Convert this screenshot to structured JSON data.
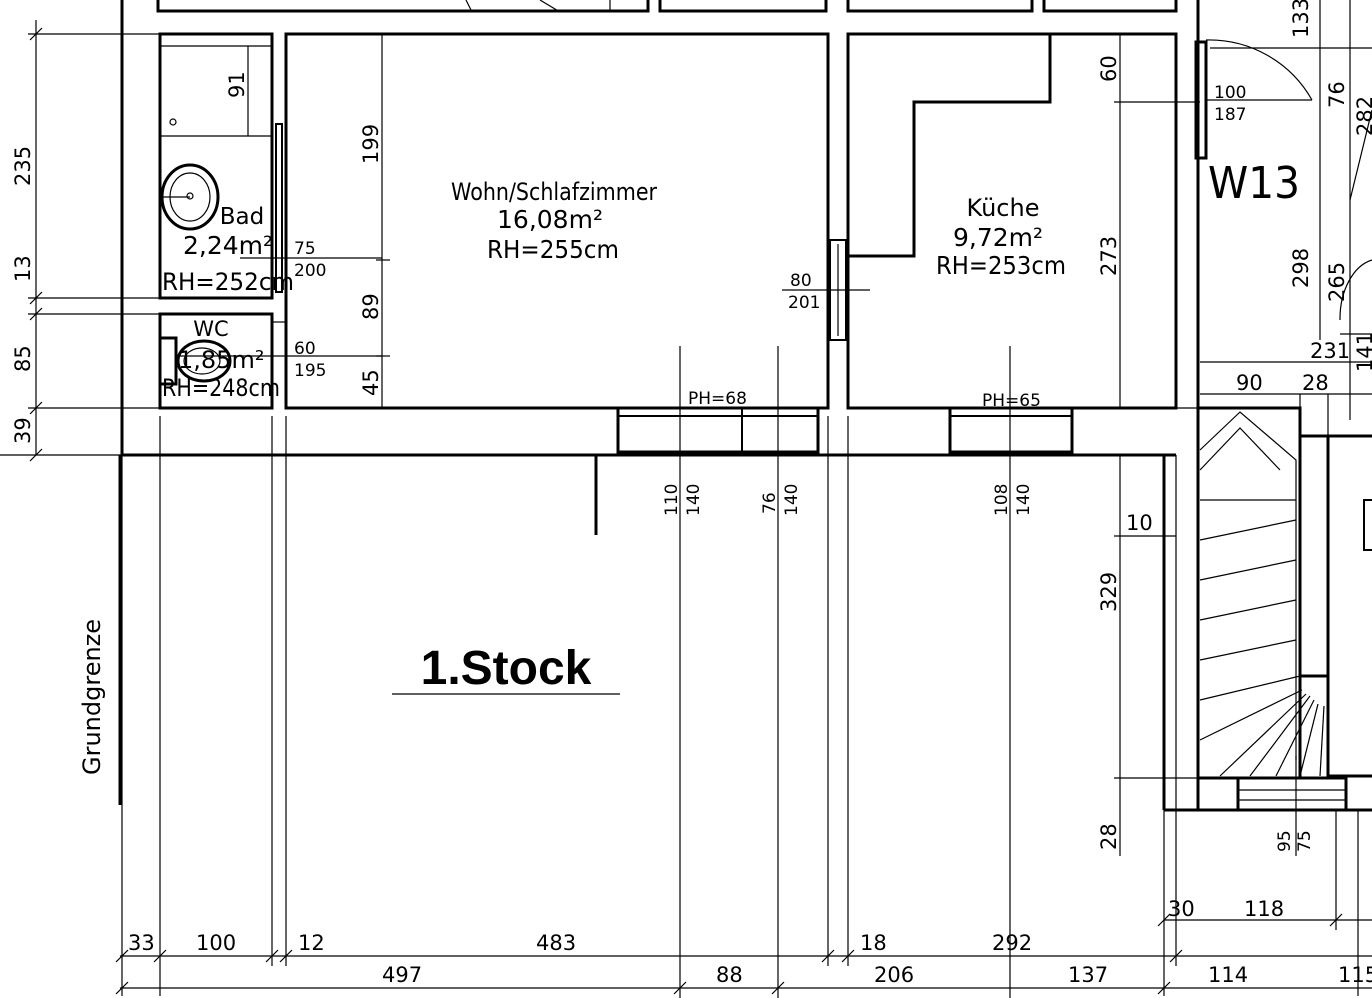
{
  "title": "1.Stock",
  "boundary_label": "Grundgrenze",
  "window_label": "W13",
  "rooms": {
    "wohn": {
      "name": "Wohn/Schlafzimmer",
      "area": "16,08m²",
      "height": "RH=255cm"
    },
    "kueche": {
      "name": "Küche",
      "area": "9,72m²",
      "height": "RH=253cm"
    },
    "bad": {
      "name": "Bad",
      "area": "2,24m²",
      "height": "RH=252cm"
    },
    "wc": {
      "name": "WC",
      "area": "1,85m²",
      "height": "RH=248cm"
    }
  },
  "parapets": {
    "left": "PH=68",
    "right": "PH=65"
  },
  "openings": {
    "door_bad": {
      "w": "75",
      "h": "200"
    },
    "door_wc": {
      "w": "60",
      "h": "195"
    },
    "door_kueche": {
      "w": "80",
      "h": "201"
    },
    "window_w13": {
      "w": "100",
      "h": "187"
    }
  },
  "window_dims": {
    "w1": {
      "a": "110",
      "b": "140"
    },
    "w2": {
      "a": "76",
      "b": "140"
    },
    "w3": {
      "a": "108",
      "b": "140"
    },
    "stair": {
      "a": "95",
      "b": "75"
    }
  },
  "dims_left": [
    "235",
    "13",
    "85",
    "39"
  ],
  "dims_bad": "91",
  "dims_wohn": [
    "199",
    "89",
    "45"
  ],
  "dims_kueche": [
    "60",
    "273"
  ],
  "dims_right": [
    "133",
    "76",
    "282",
    "298",
    "265",
    "141",
    "231",
    "90",
    "28",
    "10",
    "329",
    "28"
  ],
  "dims_bottom_row1": [
    "33",
    "100",
    "12",
    "483",
    "18",
    "292",
    "30",
    "118"
  ],
  "dims_bottom_row2": [
    "497",
    "88",
    "206",
    "137",
    "114",
    "115"
  ]
}
